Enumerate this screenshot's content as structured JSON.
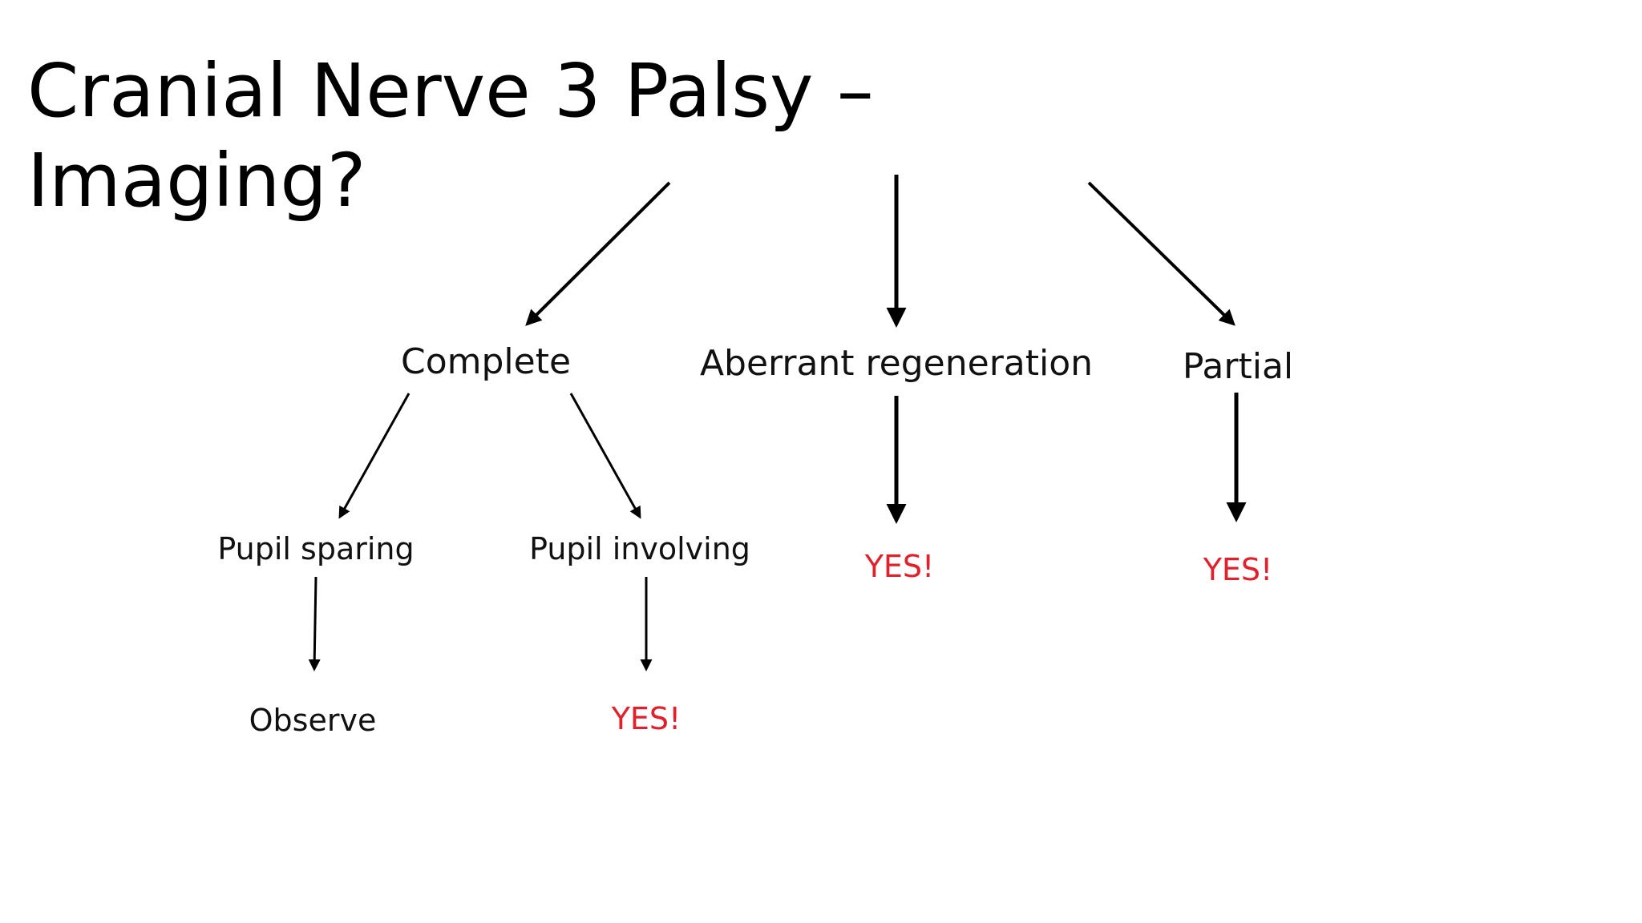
{
  "slide": {
    "title": "Cranial Nerve 3 Palsy – Imaging?"
  },
  "diagram": {
    "colors": {
      "text": "#111111",
      "arrow": "#000000",
      "yes": "#e0202a"
    },
    "nodes": {
      "complete": "Complete",
      "aberrant_regeneration": "Aberrant regeneration",
      "partial": "Partial",
      "pupil_sparing": "Pupil sparing",
      "pupil_involving": "Pupil involving",
      "observe": "Observe",
      "yes_pupil_involving": "YES!",
      "yes_aberrant": "YES!",
      "yes_partial": "YES!"
    }
  }
}
